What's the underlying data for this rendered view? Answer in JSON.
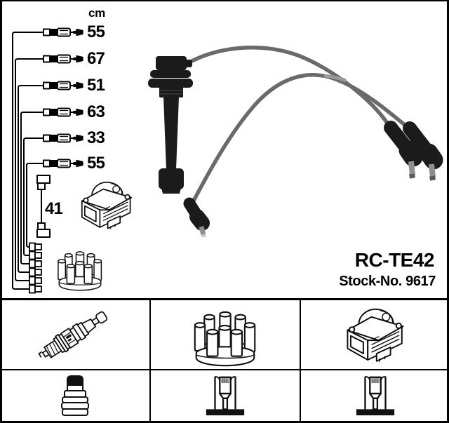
{
  "colors": {
    "ink": "#000000",
    "background": "#ffffff",
    "cable_gray": "#6a6a6a",
    "boot_black": "#1b1b1b",
    "metal_gray": "#8f8f8f"
  },
  "product": {
    "code": "RC-TE42",
    "stock_no": "Stock-No. 9617"
  },
  "schematic": {
    "unit_header": "cm",
    "cable_rows": [
      {
        "length_cm": "55"
      },
      {
        "length_cm": "67"
      },
      {
        "length_cm": "51"
      },
      {
        "length_cm": "63"
      },
      {
        "length_cm": "33"
      },
      {
        "length_cm": "55"
      }
    ],
    "coil_cable": {
      "length_cm": "41"
    },
    "icons": [
      "cable-with-connector-icon",
      "terminal-connector-icon",
      "coil-cable-icon",
      "ignition-coil-icon",
      "distributor-cap-icon"
    ]
  },
  "photo": {
    "icons": [
      "coil-plug-boot",
      "ignition-lead",
      "ignition-lead",
      "angled-plug-boot",
      "angled-plug-boot",
      "elbow-terminal"
    ]
  },
  "legend": {
    "cells": [
      {
        "icon": "spark-plug-icon"
      },
      {
        "icon": "distributor-cap-icon"
      },
      {
        "icon": "ignition-coil-icon"
      },
      {
        "icon": "terminal-nut-icon"
      },
      {
        "icon": "terminal-post-icon"
      },
      {
        "icon": "terminal-post-icon"
      }
    ]
  }
}
